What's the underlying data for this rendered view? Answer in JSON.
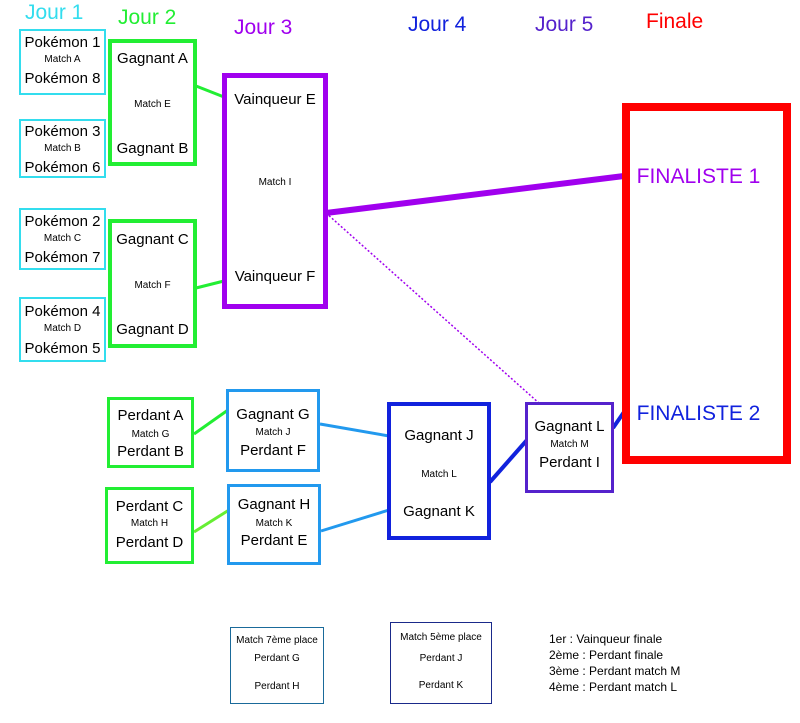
{
  "days": {
    "d1": "Jour 1",
    "d2": "Jour 2",
    "d3": "Jour 3",
    "d4": "Jour 4",
    "d5": "Jour 5",
    "final": "Finale"
  },
  "round1": [
    {
      "top": "Pokémon 1",
      "match": "Match A",
      "bottom": "Pokémon 8"
    },
    {
      "top": "Pokémon 3",
      "match": "Match B",
      "bottom": "Pokémon 6"
    },
    {
      "top": "Pokémon 2",
      "match": "Match C",
      "bottom": "Pokémon 7"
    },
    {
      "top": "Pokémon 4",
      "match": "Match D",
      "bottom": "Pokémon 5"
    }
  ],
  "round2": [
    {
      "top": "Gagnant A",
      "match": "Match E",
      "bottom": "Gagnant B"
    },
    {
      "top": "Gagnant C",
      "match": "Match F",
      "bottom": "Gagnant D"
    }
  ],
  "round3": {
    "top": "Vainqueur E",
    "match": "Match I",
    "bottom": "Vainqueur F"
  },
  "losers1": [
    {
      "top": "Perdant A",
      "match": "Match G",
      "bottom": "Perdant B"
    },
    {
      "top": "Perdant C",
      "match": "Match H",
      "bottom": "Perdant D"
    }
  ],
  "losers2": [
    {
      "top": "Gagnant G",
      "match": "Match J",
      "bottom": "Perdant F"
    },
    {
      "top": "Gagnant H",
      "match": "Match K",
      "bottom": "Perdant E"
    }
  ],
  "losers3": {
    "top": "Gagnant J",
    "match": "Match L",
    "bottom": "Gagnant K"
  },
  "losers4": {
    "top": "Gagnant L",
    "match": "Match M",
    "bottom": "Perdant I"
  },
  "final": {
    "finalist1": "FINALISTE 1",
    "finalist2": "FINALISTE 2"
  },
  "place7": {
    "title": "Match 7ème place",
    "a": "Perdant G",
    "b": "Perdant H"
  },
  "place5": {
    "title": "Match 5ème place",
    "a": "Perdant J",
    "b": "Perdant K"
  },
  "ranking": [
    "1er : Vainqueur finale",
    "2ème : Perdant finale",
    "3ème : Perdant match M",
    "4ème : Perdant match L"
  ],
  "colors": {
    "cyan": "#33ddee",
    "green": "#22ee33",
    "purple": "#a000ee",
    "lightblue": "#2299ee",
    "blue": "#1122dd",
    "indigo": "#5522cc",
    "red": "#ff0000",
    "navy": "#1a2a8a",
    "teal": "#1a6a9a"
  }
}
